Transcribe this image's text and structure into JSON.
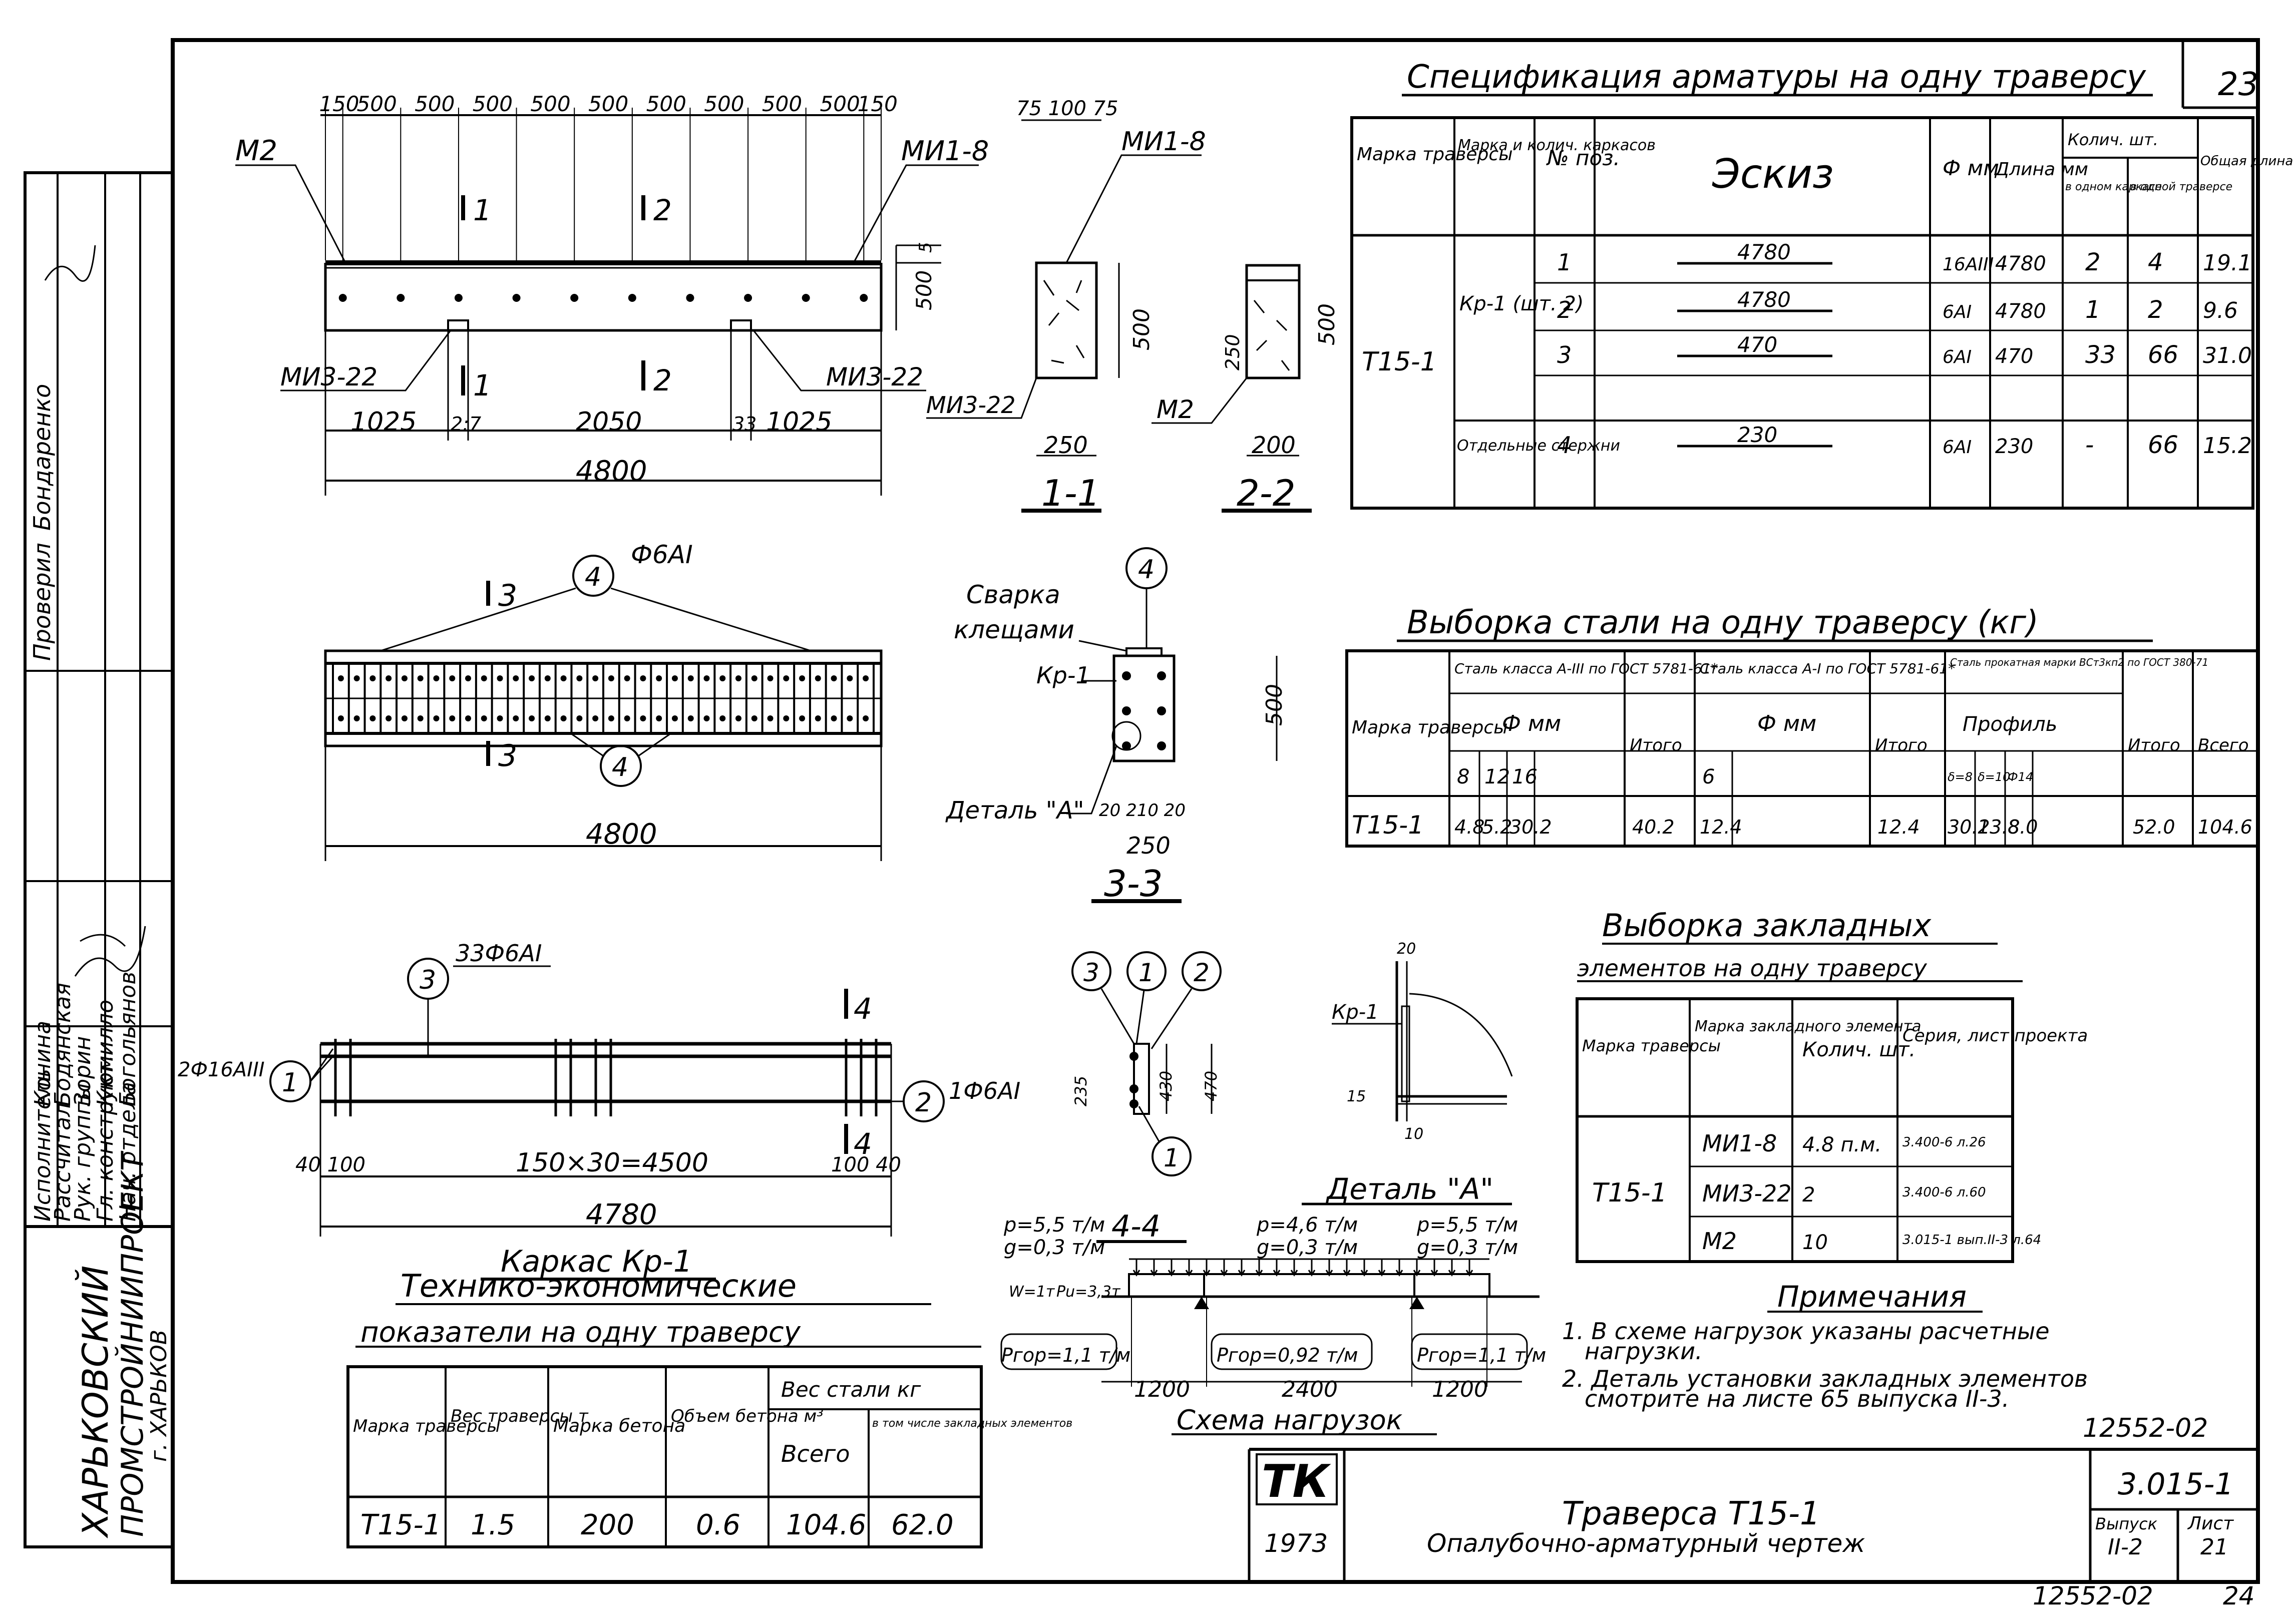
{
  "sheet": {
    "page_top": "23",
    "code_center": "12552-02",
    "code_bottom": "12552-02",
    "page_bottom": "24",
    "title_code": "3.015-1",
    "title_line1": "Траверса Т15-1",
    "title_line2": "Опалубочно-арматурный чертеж",
    "logo": "ТК",
    "year": "1973",
    "issue_label": "Выпуск",
    "issue": "II-2",
    "sheet_label": "Лист",
    "sheet_no": "21"
  },
  "org": {
    "name1": "ХАРЬКОВСКИЙ",
    "name2": "ПРОМСТРОЙНИИПРОЕКТ",
    "city": "г. ХАРЬКОВ"
  },
  "stamp": {
    "roles": [
      "Нач. отдела",
      "Гл. конструкт.",
      "Рук. группы",
      "Рассчитал",
      "Исполнитель"
    ],
    "names": [
      "Богольянов",
      "Кюмилло",
      "Зорин",
      "Бодянская",
      "Конина"
    ],
    "checked": "Проверил",
    "checker": "Бондаренко"
  },
  "drawings": {
    "elev_top_dims": [
      "150",
      "500",
      "500",
      "500",
      "500",
      "500",
      "500",
      "500",
      "500",
      "500",
      "150"
    ],
    "elev_bottom_dims": [
      "1025",
      "2050",
      "1025"
    ],
    "elev_small_dims": [
      "2:7",
      "33"
    ],
    "elev_total": "4800",
    "elev_height": "500",
    "elev_top_offset": "5",
    "label_m2": "М2",
    "label_mi1": "МИ1-8",
    "label_mi3": "МИ3-22",
    "cut1": "1",
    "cut2": "2",
    "sec1_title": "1-1",
    "sec1_top": "75 100 75",
    "sec1_h": "500",
    "sec1_w": "250",
    "sec2_title": "2-2",
    "sec2_h": "500",
    "sec2_inner": "250",
    "sec2_w": "200",
    "plan_total": "4800",
    "plan_bar": "Ф6АI",
    "plan_cut": "3",
    "plan_pos": "4",
    "sec3_title": "3-3",
    "sec3_weld1": "Сварка",
    "sec3_weld2": "клещами",
    "sec3_kr": "Кр-1",
    "sec3_detail": "Деталь \"А\"",
    "sec3_h": "500",
    "sec3_dims": "20 210 20",
    "sec3_w": "250",
    "cage_title": "Каркас Кр-1",
    "cage_mid": "150×30=4500",
    "cage_total": "4780",
    "cage_left_dims": "40 100",
    "cage_right_dims": "100 40",
    "cage_top": "33Ф6АI",
    "cage_left": "2Ф16АIII",
    "cage_right": "1Ф6АI",
    "cage_cut": "4",
    "sec4_title": "4-4",
    "sec4_dims": [
      "235",
      "430",
      "470"
    ],
    "detail_title": "Деталь \"А\"",
    "detail_kr": "Кр-1",
    "detail_dims": [
      "20",
      "15",
      "10"
    ],
    "load_title": "Схема нагрузок",
    "load_p": [
      "p=5,5 т/м",
      "p=4,6 т/м",
      "p=5,5 т/м"
    ],
    "load_g": [
      "g=0,3 т/м",
      "g=0,3 т/м",
      "g=0,3 т/м"
    ],
    "load_w": "W=1т",
    "load_pu": "Pu=3,3т",
    "load_pgor": [
      "Pгор=1,1 т/м",
      "Pгор=0,92 т/м",
      "Pгор=1,1 т/м"
    ],
    "load_spans": [
      "1200",
      "2400",
      "1200"
    ]
  },
  "spec": {
    "title": "Спецификация арматуры на одну траверсу",
    "headers": [
      "Марка траверсы",
      "Марка и колич. каркасов",
      "№ поз.",
      "Эскиз",
      "Ф мм",
      "Длина мм",
      "Колич. шт.",
      "в одном каркасе",
      "в одной траверсе",
      "Общая длина м"
    ],
    "mark": "Т15-1",
    "cage": "Кр-1 (шт. 2)",
    "separate": "Отдельные стержни",
    "rows": [
      {
        "pos": "1",
        "sketch": "4780",
        "d": "16АIII",
        "len": "4780",
        "n1": "2",
        "n2": "4",
        "total": "19.1"
      },
      {
        "pos": "2",
        "sketch": "4780",
        "d": "6АI",
        "len": "4780",
        "n1": "1",
        "n2": "2",
        "total": "9.6"
      },
      {
        "pos": "3",
        "sketch": "470",
        "d": "6АI",
        "len": "470",
        "n1": "33",
        "n2": "66",
        "total": "31.0"
      },
      {
        "pos": "4",
        "sketch": "230",
        "d": "6АI",
        "len": "230",
        "n1": "-",
        "n2": "66",
        "total": "15.2"
      }
    ]
  },
  "steel": {
    "title": "Выборка стали на одну траверсу (кг)",
    "h_mark": "Марка траверсы",
    "h_a3": "Сталь класса А-III по ГОСТ 5781-61*",
    "h_a1": "Сталь класса А-I по ГОСТ 5781-61*",
    "h_prof": "Сталь прокатная марки ВСт3кп2 по ГОСТ 380-71",
    "h_phi": "Ф мм",
    "h_profile": "Профиль",
    "h_itogo": "Итого",
    "h_vsego": "Всего",
    "sub_a3": [
      "8",
      "12",
      "16"
    ],
    "sub_a1": [
      "6"
    ],
    "sub_prof": [
      "δ=8",
      "δ=10",
      "Ф14"
    ],
    "row": [
      "Т15-1",
      "4.8",
      "5.2",
      "30.2",
      "40.2",
      "12.4",
      "12.4",
      "30.2",
      "13.8",
      "8.0",
      "52.0",
      "104.6"
    ]
  },
  "embed": {
    "title1": "Выборка закладных",
    "title2": "элементов на одну траверсу",
    "headers": [
      "Марка траверсы",
      "Марка закладного элемента",
      "Колич. шт.",
      "Серия, лист проекта"
    ],
    "mark": "Т15-1",
    "rows": [
      {
        "el": "МИ1-8",
        "n": "4.8 п.м.",
        "ser": "3.400-6 л.26"
      },
      {
        "el": "МИ3-22",
        "n": "2",
        "ser": "3.400-6 л.60"
      },
      {
        "el": "М2",
        "n": "10",
        "ser": "3.015-1 вып.II-3 л.64"
      }
    ]
  },
  "notes": {
    "title": "Примечания",
    "lines": [
      "1. В схеме нагрузок указаны расчетные",
      "нагрузки.",
      "2. Деталь установки закладных элементов",
      "смотрите на листе 65 выпуска II-3."
    ]
  },
  "tep": {
    "title1": "Технико-экономические",
    "title2": "показатели на одну траверсу",
    "headers": [
      "Марка траверсы",
      "Вес траверсы т",
      "Марка бетона",
      "Объем бетона м³",
      "Вес стали кг",
      "Всего",
      "в том числе закладных элементов"
    ],
    "row": [
      "Т15-1",
      "1.5",
      "200",
      "0.6",
      "104.6",
      "62.0"
    ]
  }
}
